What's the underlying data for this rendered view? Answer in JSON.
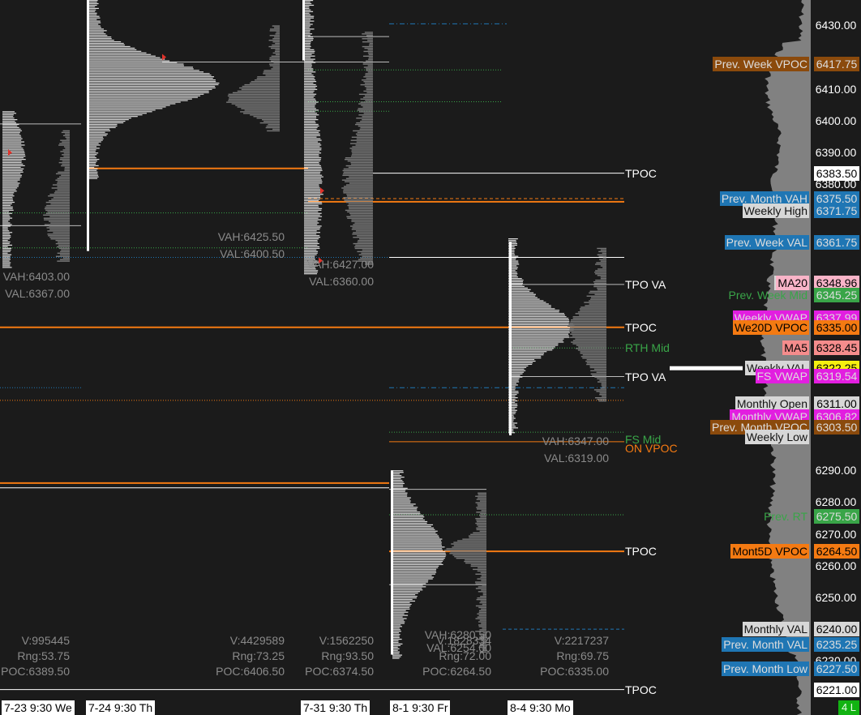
{
  "chart_data": {
    "type": "tpo-profile",
    "y_range": [
      6213,
      6438
    ],
    "price_ticks": [
      "6430.00",
      "6410.00",
      "6400.00",
      "6390.00",
      "6380.00",
      "6290.00",
      "6280.00",
      "6270.00",
      "6260.00",
      "6250.00",
      "6230.00"
    ],
    "price_tick_values": [
      6430,
      6410,
      6400,
      6390,
      6380,
      6290,
      6280,
      6270,
      6260,
      6250,
      6230
    ],
    "highlight_prices": [
      {
        "text": "6417.75",
        "value": 6417.75,
        "bg": "#8b4a0c",
        "fg": "#dddddd"
      },
      {
        "text": "6383.50",
        "value": 6383.5,
        "bg": "#ffffff",
        "fg": "#000000"
      },
      {
        "text": "6375.50",
        "value": 6375.5,
        "bg": "#1f76b4",
        "fg": "#dddddd"
      },
      {
        "text": "6371.75",
        "value": 6371.75,
        "bg": "#1f76b4",
        "fg": "#dddddd"
      },
      {
        "text": "6361.75",
        "value": 6361.75,
        "bg": "#1f76b4",
        "fg": "#dddddd"
      },
      {
        "text": "6348.96",
        "value": 6348.96,
        "bg": "#f9b4c8",
        "fg": "#000000"
      },
      {
        "text": "6345.25",
        "value": 6345.25,
        "bg": "#39a548",
        "fg": "#dddddd"
      },
      {
        "text": "6337.99",
        "value": 6337.99,
        "bg": "#e21ee0",
        "fg": "#dddddd"
      },
      {
        "text": "6335.00",
        "value": 6335.0,
        "bg": "#f47a12",
        "fg": "#000000"
      },
      {
        "text": "6328.45",
        "value": 6328.45,
        "bg": "#f58c8c",
        "fg": "#000000"
      },
      {
        "text": "6322.25",
        "value": 6322.25,
        "bg": "#f5f010",
        "fg": "#000000"
      },
      {
        "text": "6319.54",
        "value": 6319.54,
        "bg": "#e21ee0",
        "fg": "#dddddd"
      },
      {
        "text": "6311.00",
        "value": 6311.0,
        "bg": "#d7d7d7",
        "fg": "#000000"
      },
      {
        "text": "6306.82",
        "value": 6306.82,
        "bg": "#e21ee0",
        "fg": "#dddddd"
      },
      {
        "text": "6303.50",
        "value": 6303.5,
        "bg": "#8b4a0c",
        "fg": "#dddddd"
      },
      {
        "text": "6275.50",
        "value": 6275.5,
        "bg": "#39a548",
        "fg": "#dddddd"
      },
      {
        "text": "6264.50",
        "value": 6264.5,
        "bg": "#f47a12",
        "fg": "#000000"
      },
      {
        "text": "6240.00",
        "value": 6240.0,
        "bg": "#d7d7d7",
        "fg": "#000000"
      },
      {
        "text": "6235.25",
        "value": 6235.25,
        "bg": "#1f76b4",
        "fg": "#dddddd"
      },
      {
        "text": "6227.50",
        "value": 6227.5,
        "bg": "#1f76b4",
        "fg": "#dddddd"
      },
      {
        "text": "6221.00",
        "value": 6221.0,
        "bg": "#ffffff",
        "fg": "#000000"
      }
    ],
    "levels": [
      {
        "text": "Prev. Week VPOC",
        "value": 6417.75,
        "bg": "#8b4a0c",
        "fg": "#dddddd"
      },
      {
        "text": "Prev. Month VAH",
        "value": 6375.5,
        "bg": "#1f76b4",
        "fg": "#dddddd"
      },
      {
        "text": "Prev",
        "value": 6371.75,
        "bg": "#1f76b4",
        "fg": "#dddddd"
      },
      {
        "text": "Weekly High",
        "value": 6371.75,
        "bg": "#d7d7d7",
        "fg": "#111111"
      },
      {
        "text": "Prev. Week VAL",
        "value": 6361.75,
        "bg": "#1f76b4",
        "fg": "#dddddd"
      },
      {
        "text": "Weekl",
        "value": 6348.96,
        "bg": "#d7d7d7",
        "fg": "#111111"
      },
      {
        "text": "MA20",
        "value": 6348.96,
        "bg": "#f9b4c8",
        "fg": "#000000"
      },
      {
        "text": "Prev. Week Mid",
        "value": 6345.25,
        "bg": "",
        "fg": "#39a548"
      },
      {
        "text": "Pr",
        "value": 6337.99,
        "bg": "#39a548",
        "fg": "#dddddd"
      },
      {
        "text": "Weekly VWAP",
        "value": 6337.99,
        "bg": "#e21ee0",
        "fg": "#dddddd"
      },
      {
        "text": "We20D VPOC",
        "value": 6335.0,
        "bg": "#f47a12",
        "fg": "#000000"
      },
      {
        "text": "MA5",
        "value": 6328.45,
        "bg": "#f58c8c",
        "fg": "#000000"
      },
      {
        "text": "Weekly VAL",
        "value": 6322.25,
        "bg": "#d7d7d7",
        "fg": "#111111"
      },
      {
        "text": "FS VWAP",
        "value": 6319.54,
        "bg": "#e21ee0",
        "fg": "#dddddd"
      },
      {
        "text": "Prev",
        "value": 6311.0,
        "bg": "",
        "fg": "#1f76b4"
      },
      {
        "text": "Monthly Open",
        "value": 6311.0,
        "bg": "#d7d7d7",
        "fg": "#111111"
      },
      {
        "text": "Monthly VWAP",
        "value": 6306.82,
        "bg": "#e21ee0",
        "fg": "#dddddd"
      },
      {
        "text": "Prev. Month VPOC",
        "value": 6303.5,
        "bg": "#8b4a0c",
        "fg": "#dddddd"
      },
      {
        "text": "Weekly Low",
        "value": 6300.6,
        "bg": "#d7d7d7",
        "fg": "#111111"
      },
      {
        "text": "Prev. RT",
        "value": 6275.5,
        "bg": "",
        "fg": "#39a548"
      },
      {
        "text": "Mont5D VPOC",
        "value": 6264.5,
        "bg": "#f47a12",
        "fg": "#000000"
      },
      {
        "text": "Prev",
        "value": 6240.0,
        "bg": "",
        "fg": "#1f76b4"
      },
      {
        "text": "Monthly VAL",
        "value": 6240.0,
        "bg": "#d7d7d7",
        "fg": "#111111"
      },
      {
        "text": "P",
        "value": 6235.25,
        "bg": "#1f76b4",
        "fg": "#dddddd"
      },
      {
        "text": "Prev. Month VAL",
        "value": 6235.25,
        "bg": "#1f76b4",
        "fg": "#dddddd"
      },
      {
        "text": "Prev. Month Low",
        "value": 6227.5,
        "bg": "#1f76b4",
        "fg": "#dddddd"
      }
    ],
    "annotations": [
      {
        "text": "TPOC",
        "value": 6383.5,
        "color": "#ffffff"
      },
      {
        "text": "TPO VA",
        "value": 6348.5,
        "color": "#ffffff"
      },
      {
        "text": "TPOC",
        "value": 6335.0,
        "color": "#ffffff"
      },
      {
        "text": "RTH Mid",
        "value": 6328.5,
        "color": "#39a548"
      },
      {
        "text": "TPO VA",
        "value": 6319.5,
        "color": "#ffffff"
      },
      {
        "text": "FS Mid",
        "value": 6299.8,
        "color": "#39a548"
      },
      {
        "text": "ON VPOC",
        "value": 6297.0,
        "color": "#f47a12"
      },
      {
        "text": "TPOC",
        "value": 6264.5,
        "color": "#ffffff"
      },
      {
        "text": "TPOC",
        "value": 6221.0,
        "color": "#ffffff"
      }
    ],
    "sessions": [
      {
        "label": "7-23  9:30 We",
        "volume": "",
        "range": "",
        "poc": "",
        "vah": "VAH:6403.00",
        "val": "VAL:6367.00"
      },
      {
        "label": "7-24  9:30 Th",
        "volume": "V:995445",
        "range": "Rng:53.75",
        "poc": "POC:6389.50",
        "vah": "VAH:6425.50",
        "val": "VAL:6400.50"
      },
      {
        "label": "",
        "volume": "V:4429589",
        "range": "Rng:73.25",
        "poc": "POC:6406.50",
        "vah": "",
        "val": ""
      },
      {
        "label": "7-31  9:30 Th",
        "volume": "V:1562250",
        "range": "Rng:93.50",
        "poc": "POC:6374.50",
        "vah": "VAH:6427.00",
        "val": "VAL:6360.00"
      },
      {
        "label": "8-1  9:30 Fr",
        "volume": "V:1828334",
        "range": "Rng:72.00",
        "poc": "POC:6264.50",
        "vah": "VAH:6280.50",
        "val": "VAL:6254.00"
      },
      {
        "label": "8-4  9:30 Mo",
        "volume": "V:2217237",
        "range": "Rng:69.75",
        "poc": "POC:6335.00",
        "vah": "VAH:6347.00",
        "val": "VAL:6319.00"
      }
    ],
    "status_button": "4 L",
    "colors": {
      "background": "#1b1b1b",
      "poc": "#f47a12",
      "tpo": "#ffffff",
      "volume": "#7a7a7a"
    }
  }
}
